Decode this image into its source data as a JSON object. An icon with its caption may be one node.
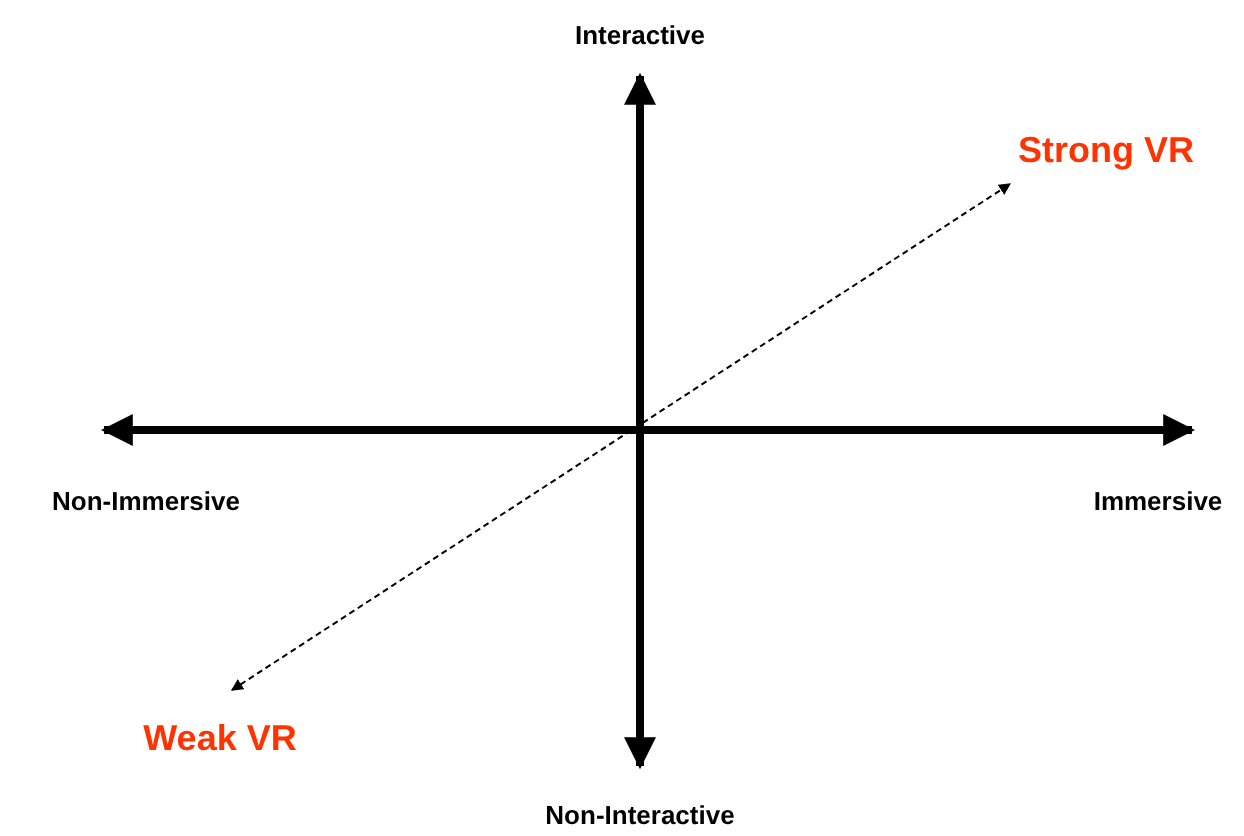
{
  "diagram": {
    "nodes": [
      {
        "text": [
          "Strong VR"
        ]
      },
      {
        "text": [
          "Weak VR"
        ]
      }
    ],
    "edges": [
      {
        "from": 1,
        "to": 0,
        "arrow": "both",
        "style": "dashed"
      }
    ],
    "labels": [
      "Interactive",
      "Non-Immersive",
      "Immersive",
      "Non-Interactive"
    ]
  }
}
